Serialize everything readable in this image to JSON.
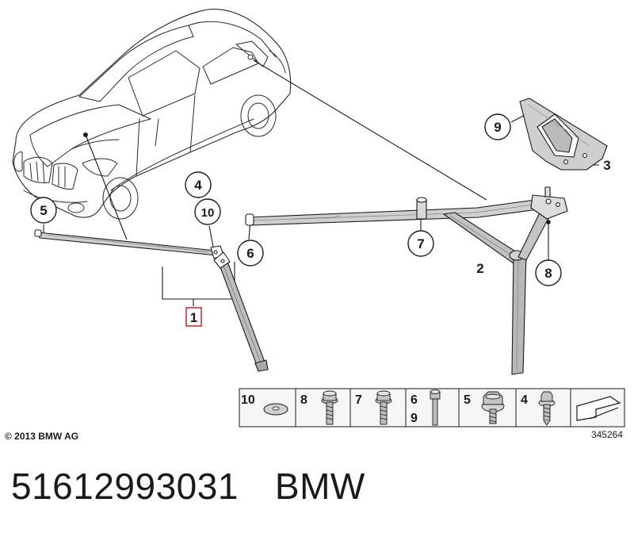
{
  "callouts": {
    "c1": "1",
    "c2": "2",
    "c3": "3",
    "c4": "4",
    "c5": "5",
    "c6": "6",
    "c7": "7",
    "c8": "8",
    "c9": "9",
    "c10": "10"
  },
  "legend": {
    "cells": [
      {
        "n1": "10",
        "n2": ""
      },
      {
        "n1": "8",
        "n2": ""
      },
      {
        "n1": "7",
        "n2": ""
      },
      {
        "n1": "6",
        "n2": "9"
      },
      {
        "n1": "5",
        "n2": ""
      },
      {
        "n1": "4",
        "n2": ""
      }
    ],
    "diagram_number": "345264"
  },
  "copyright": "© 2013 BMW AG",
  "footer": {
    "part_number": "51612993031",
    "brand": "BMW"
  },
  "colors": {
    "highlight": "#d83030",
    "line": "#1a1a1a",
    "part_fill": "#c8c8c8",
    "legend_bg": "#f4f4f4"
  }
}
